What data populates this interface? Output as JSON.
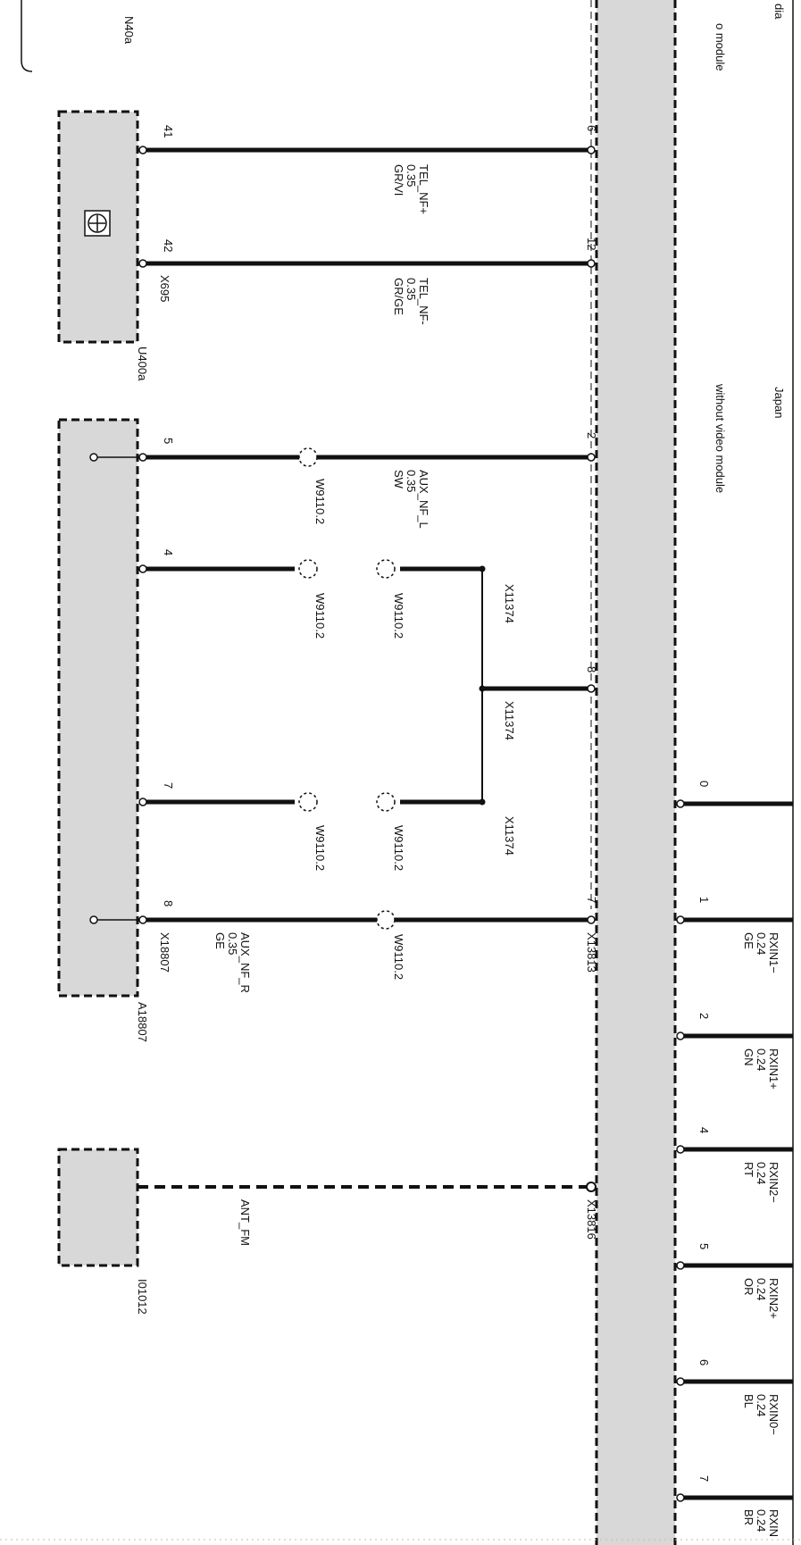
{
  "header": {
    "left_component": "N40a",
    "right_title_fragment": "dia",
    "right_subtitle_fragment": "o module",
    "option_japan": "Japan",
    "option_without_video": "without video module"
  },
  "components": {
    "telephone": {
      "id": "U400a",
      "connector": "X695",
      "icon": "telephone-circle-icon"
    },
    "aux_module": {
      "id": "A18807",
      "connector": "X18807"
    },
    "antenna": {
      "id": "I01012"
    }
  },
  "trunk_connectors": {
    "main": "X13813",
    "antenna": "X13816"
  },
  "wires": [
    {
      "name": "TEL_NF+",
      "cross_section": "0.35",
      "color": "GR/VI",
      "pin_left": "41",
      "pin_right": "6"
    },
    {
      "name": "TEL_NF-",
      "cross_section": "0.35",
      "color": "GR/GE",
      "pin_left": "42",
      "pin_right": "12"
    },
    {
      "name": "AUX_NF_L",
      "cross_section": "0.35",
      "color": "SW",
      "pin_left": "5",
      "pin_right": "2"
    },
    {
      "name": "",
      "cross_section": "",
      "color": "",
      "pin_left": "4",
      "pin_right": ""
    },
    {
      "name": "",
      "cross_section": "",
      "color": "",
      "pin_left": "",
      "pin_right": "8"
    },
    {
      "name": "",
      "cross_section": "",
      "color": "",
      "pin_left": "7",
      "pin_right": ""
    },
    {
      "name": "AUX_NF_R",
      "cross_section": "0.35",
      "color": "GE",
      "pin_left": "8",
      "pin_right": "7"
    },
    {
      "name": "ANT_FM",
      "cross_section": "",
      "color": "",
      "pin_left": "",
      "pin_right": ""
    }
  ],
  "splices": {
    "w_left_1": "W9110.2",
    "w_left_2": "W9110.2",
    "w_left_3": "W9110.2",
    "w_right_1": "W9110.2",
    "w_right_2": "W9110.2",
    "w_right_3": "W9110.2",
    "x_1": "X11374",
    "x_2": "X11374",
    "x_3": "X11374"
  },
  "right_bus": {
    "pins": [
      "0",
      "1",
      "2",
      "4",
      "5",
      "6",
      "7"
    ],
    "signals": [
      {
        "name": "RXIN1−",
        "cross_section": "0.24",
        "color": "GE"
      },
      {
        "name": "RXIN1+",
        "cross_section": "0.24",
        "color": "GN"
      },
      {
        "name": "RXIN2−",
        "cross_section": "0.24",
        "color": "RT"
      },
      {
        "name": "RXIN2+",
        "cross_section": "0.24",
        "color": "OR"
      },
      {
        "name": "RXIN0−",
        "cross_section": "0.24",
        "color": "BL"
      },
      {
        "name": "RXIN",
        "cross_section": "0.24",
        "color": "BR"
      }
    ]
  },
  "colors": {
    "module_fill": "#d8d8d8",
    "line": "#111111"
  }
}
